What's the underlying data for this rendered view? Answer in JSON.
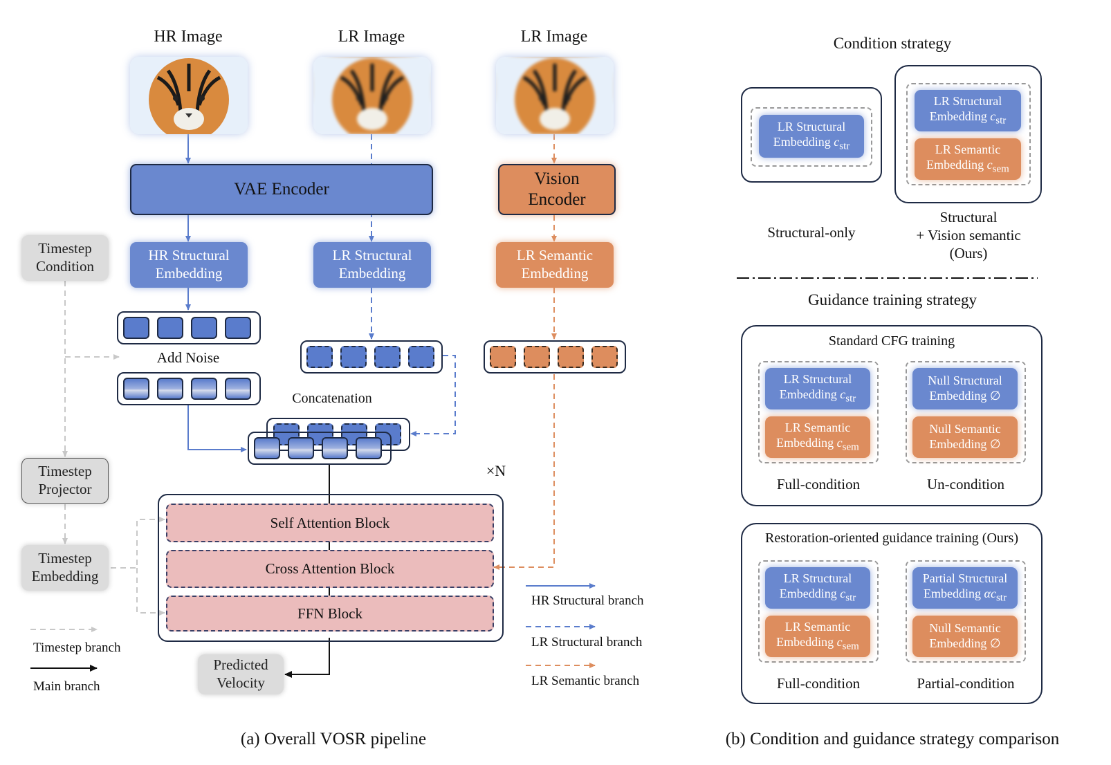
{
  "left": {
    "images": {
      "hr": "HR Image",
      "lr1": "LR Image",
      "lr2": "LR Image"
    },
    "vae_encoder": "VAE Encoder",
    "vision_encoder": [
      "Vision",
      "Encoder"
    ],
    "hr_struct_emb": [
      "HR Structural",
      "Embedding"
    ],
    "lr_struct_emb": [
      "LR Structural",
      "Embedding"
    ],
    "lr_sem_emb": [
      "LR Semantic",
      "Embedding"
    ],
    "timestep_condition": [
      "Timestep",
      "Condition"
    ],
    "timestep_projector": [
      "Timestep",
      "Projector"
    ],
    "timestep_embedding": [
      "Timestep",
      "Embedding"
    ],
    "add_noise": "Add Noise",
    "concatenation": "Concatenation",
    "times_n": "×N",
    "self_attention": "Self Attention Block",
    "cross_attention": "Cross Attention Block",
    "ffn": "FFN Block",
    "predicted_velocity": [
      "Predicted",
      "Velocity"
    ],
    "legend": {
      "timestep_branch": "Timestep branch",
      "main_branch": "Main branch",
      "hr_branch": "HR Structural branch",
      "lr_branch": "LR Structural branch",
      "sem_branch": "LR Semantic branch"
    },
    "caption": "(a) Overall VOSR pipeline"
  },
  "right": {
    "condition_title": "Condition strategy",
    "structural_only": "Structural-only",
    "structural_vision": [
      "Structural",
      "+ Vision semantic",
      "(Ours)"
    ],
    "guidance_title": "Guidance training strategy",
    "standard_cfg": "Standard CFG training",
    "restoration_title": "Restoration-oriented guidance training (Ours)",
    "full_condition": "Full-condition",
    "un_condition": "Un-condition",
    "partial_condition": "Partial-condition",
    "lr_struct_c": [
      "LR Structural",
      "Embedding",
      "c",
      "str"
    ],
    "lr_sem_c": [
      "LR Semantic",
      "Embedding",
      "c",
      "sem"
    ],
    "null_struct": [
      "Null Structural",
      "Embedding ∅"
    ],
    "null_sem": [
      "Null Semantic",
      "Embedding ∅"
    ],
    "partial_struct": [
      "Partial Structural",
      "Embedding",
      "αc",
      "str"
    ],
    "caption": "(b) Condition and guidance strategy comparison"
  },
  "colors": {
    "blue": "#6a88cf",
    "orange": "#dd8d5e",
    "pink": "#ebbcbc",
    "gray": "#dcdcdc",
    "dark": "#1e2a44"
  },
  "icons": [
    "tiger-photo-hr",
    "tiger-photo-lr",
    "tiger-photo-lr-vision"
  ]
}
